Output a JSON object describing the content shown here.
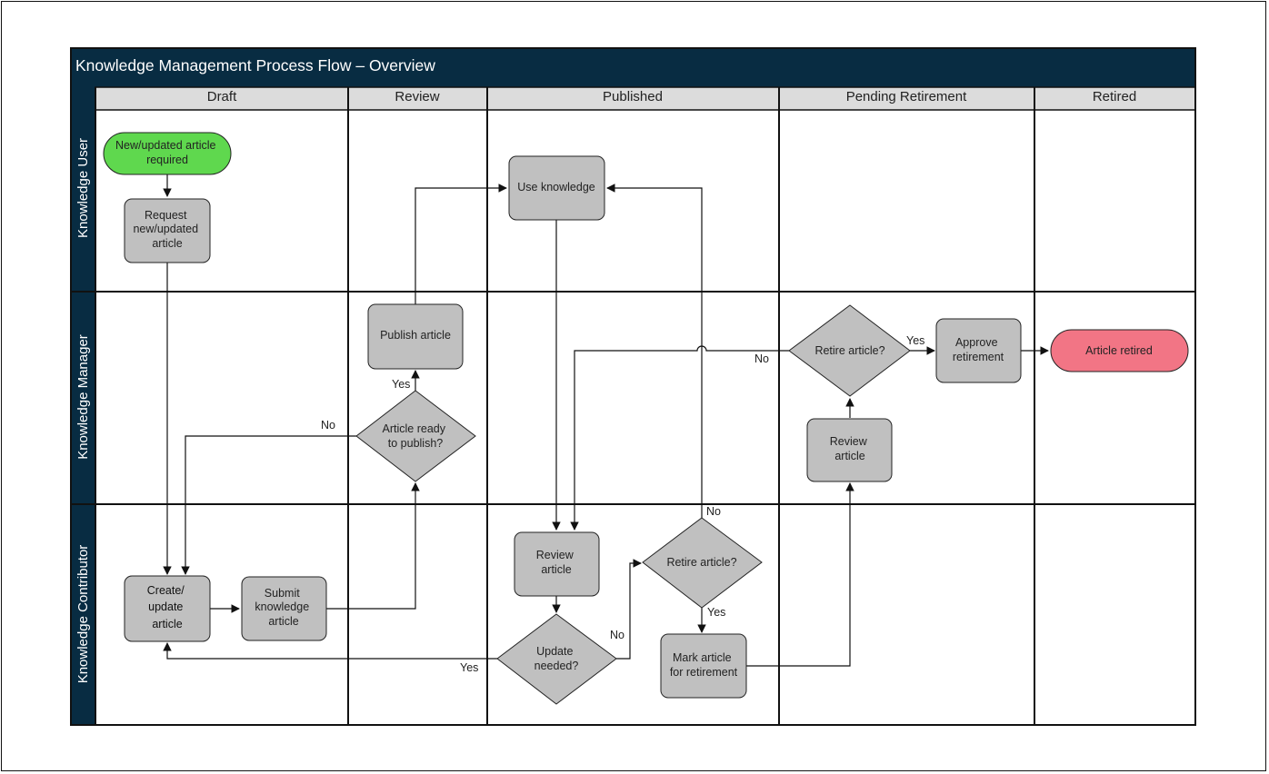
{
  "title": "Knowledge Management Process Flow – Overview",
  "columns": [
    "Draft",
    "Review",
    "Published",
    "Pending Retirement",
    "Retired"
  ],
  "lanes": [
    "Knowledge User",
    "Knowledge Manager",
    "Knowledge Contributor"
  ],
  "colors": {
    "header_bg": "#082c42",
    "column_header_bg": "#dcdcdc",
    "node_fill": "#c0c0c0",
    "start_fill": "#5fd84e",
    "end_fill": "#f27585"
  },
  "nodes": {
    "start": [
      "New/updated article",
      "required"
    ],
    "request": [
      "Request",
      "new/updated",
      "article"
    ],
    "create": [
      "Create/",
      "update",
      "article"
    ],
    "submit": [
      "Submit",
      "knowledge",
      "article"
    ],
    "publish": [
      "Publish article"
    ],
    "ready": [
      "Article ready",
      "to publish?"
    ],
    "use": [
      "Use knowledge"
    ],
    "review_pub": [
      "Review",
      "article"
    ],
    "update_needed": [
      "Update",
      "needed?"
    ],
    "retire_q1": [
      "Retire article?"
    ],
    "mark": [
      "Mark article",
      "for retirement"
    ],
    "retire_q2": [
      "Retire article?"
    ],
    "review_pend": [
      "Review",
      "article"
    ],
    "approve": [
      "Approve",
      "retirement"
    ],
    "end": [
      "Article retired"
    ]
  },
  "labels": {
    "yes": "Yes",
    "no": "No"
  }
}
